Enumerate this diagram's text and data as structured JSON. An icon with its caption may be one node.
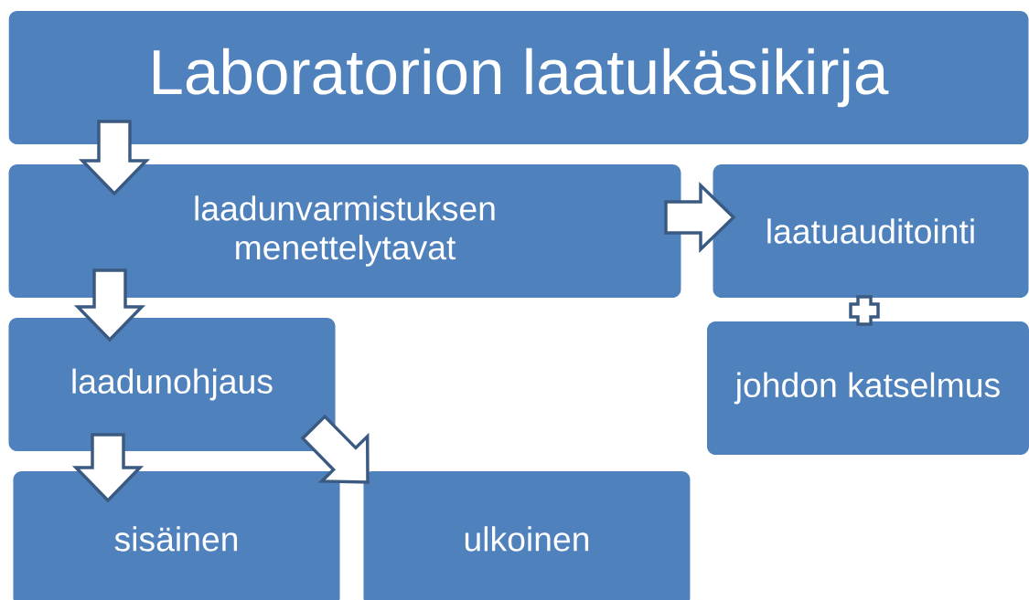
{
  "diagram": {
    "nodes": [
      {
        "text": [
          "Laboratorion laatukäsikirja"
        ]
      },
      {
        "text": [
          "laadunvarmistuksen menettelytavat"
        ]
      },
      {
        "text": [
          "laatuauditointi"
        ]
      },
      {
        "text": [
          "laadunohjaus"
        ]
      },
      {
        "text": [
          "johdon katselmus"
        ]
      },
      {
        "text": [
          "sisäinen"
        ]
      },
      {
        "text": [
          "ulkoinen"
        ]
      }
    ],
    "edges": [
      {
        "from": 0,
        "to": 1,
        "arrow": "to"
      },
      {
        "from": 1,
        "to": 2,
        "arrow": "to"
      },
      {
        "from": 1,
        "to": 3,
        "arrow": "to"
      },
      {
        "from": 2,
        "to": 4,
        "arrow": "none"
      },
      {
        "from": 3,
        "to": 5,
        "arrow": "to"
      },
      {
        "from": 3,
        "to": 6,
        "arrow": "to"
      }
    ]
  }
}
